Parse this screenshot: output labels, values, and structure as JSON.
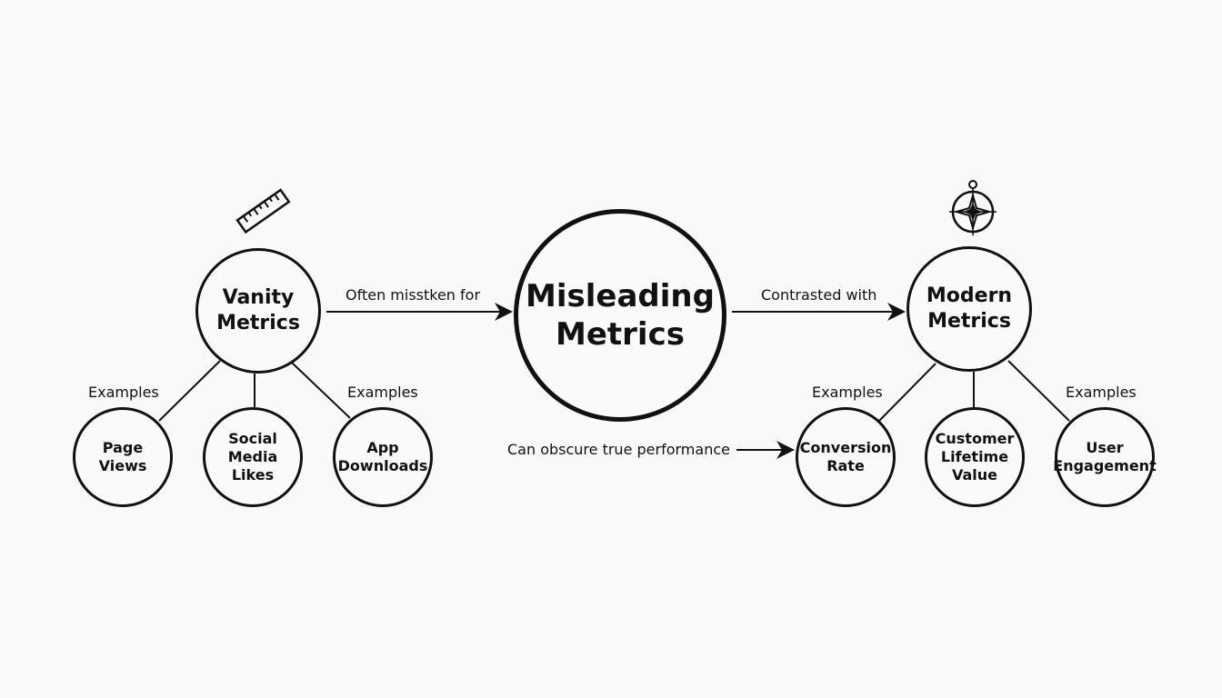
{
  "center": {
    "line1": "Misleading",
    "line2": "Metrics"
  },
  "left_hub": {
    "line1": "Vanity",
    "line2": "Metrics",
    "icon": "ruler-icon"
  },
  "right_hub": {
    "line1": "Modern",
    "line2": "Metrics",
    "icon": "compass-icon"
  },
  "left_examples": [
    {
      "line1": "Page",
      "line2": "Views"
    },
    {
      "line1": "Social Media",
      "line2": "Likes"
    },
    {
      "line1": "App",
      "line2": "Downloads"
    }
  ],
  "right_examples": [
    {
      "line1": "Conversion",
      "line2": "Rate",
      "line3": ""
    },
    {
      "line1": "Customer",
      "line2": "Lifetime",
      "line3": "Value"
    },
    {
      "line1": "User",
      "line2": "Engagement",
      "line3": ""
    }
  ],
  "edge_labels": {
    "left_to_center": "Often misstken for",
    "center_to_right": "Contrasted with",
    "bottom": "Can obscure true performance",
    "examples_left_1": "Examples",
    "examples_left_2": "Examples",
    "examples_right_1": "Examples",
    "examples_right_2": "Examples"
  },
  "colors": {
    "background": "#f8f9f8",
    "ink": "#111111"
  }
}
